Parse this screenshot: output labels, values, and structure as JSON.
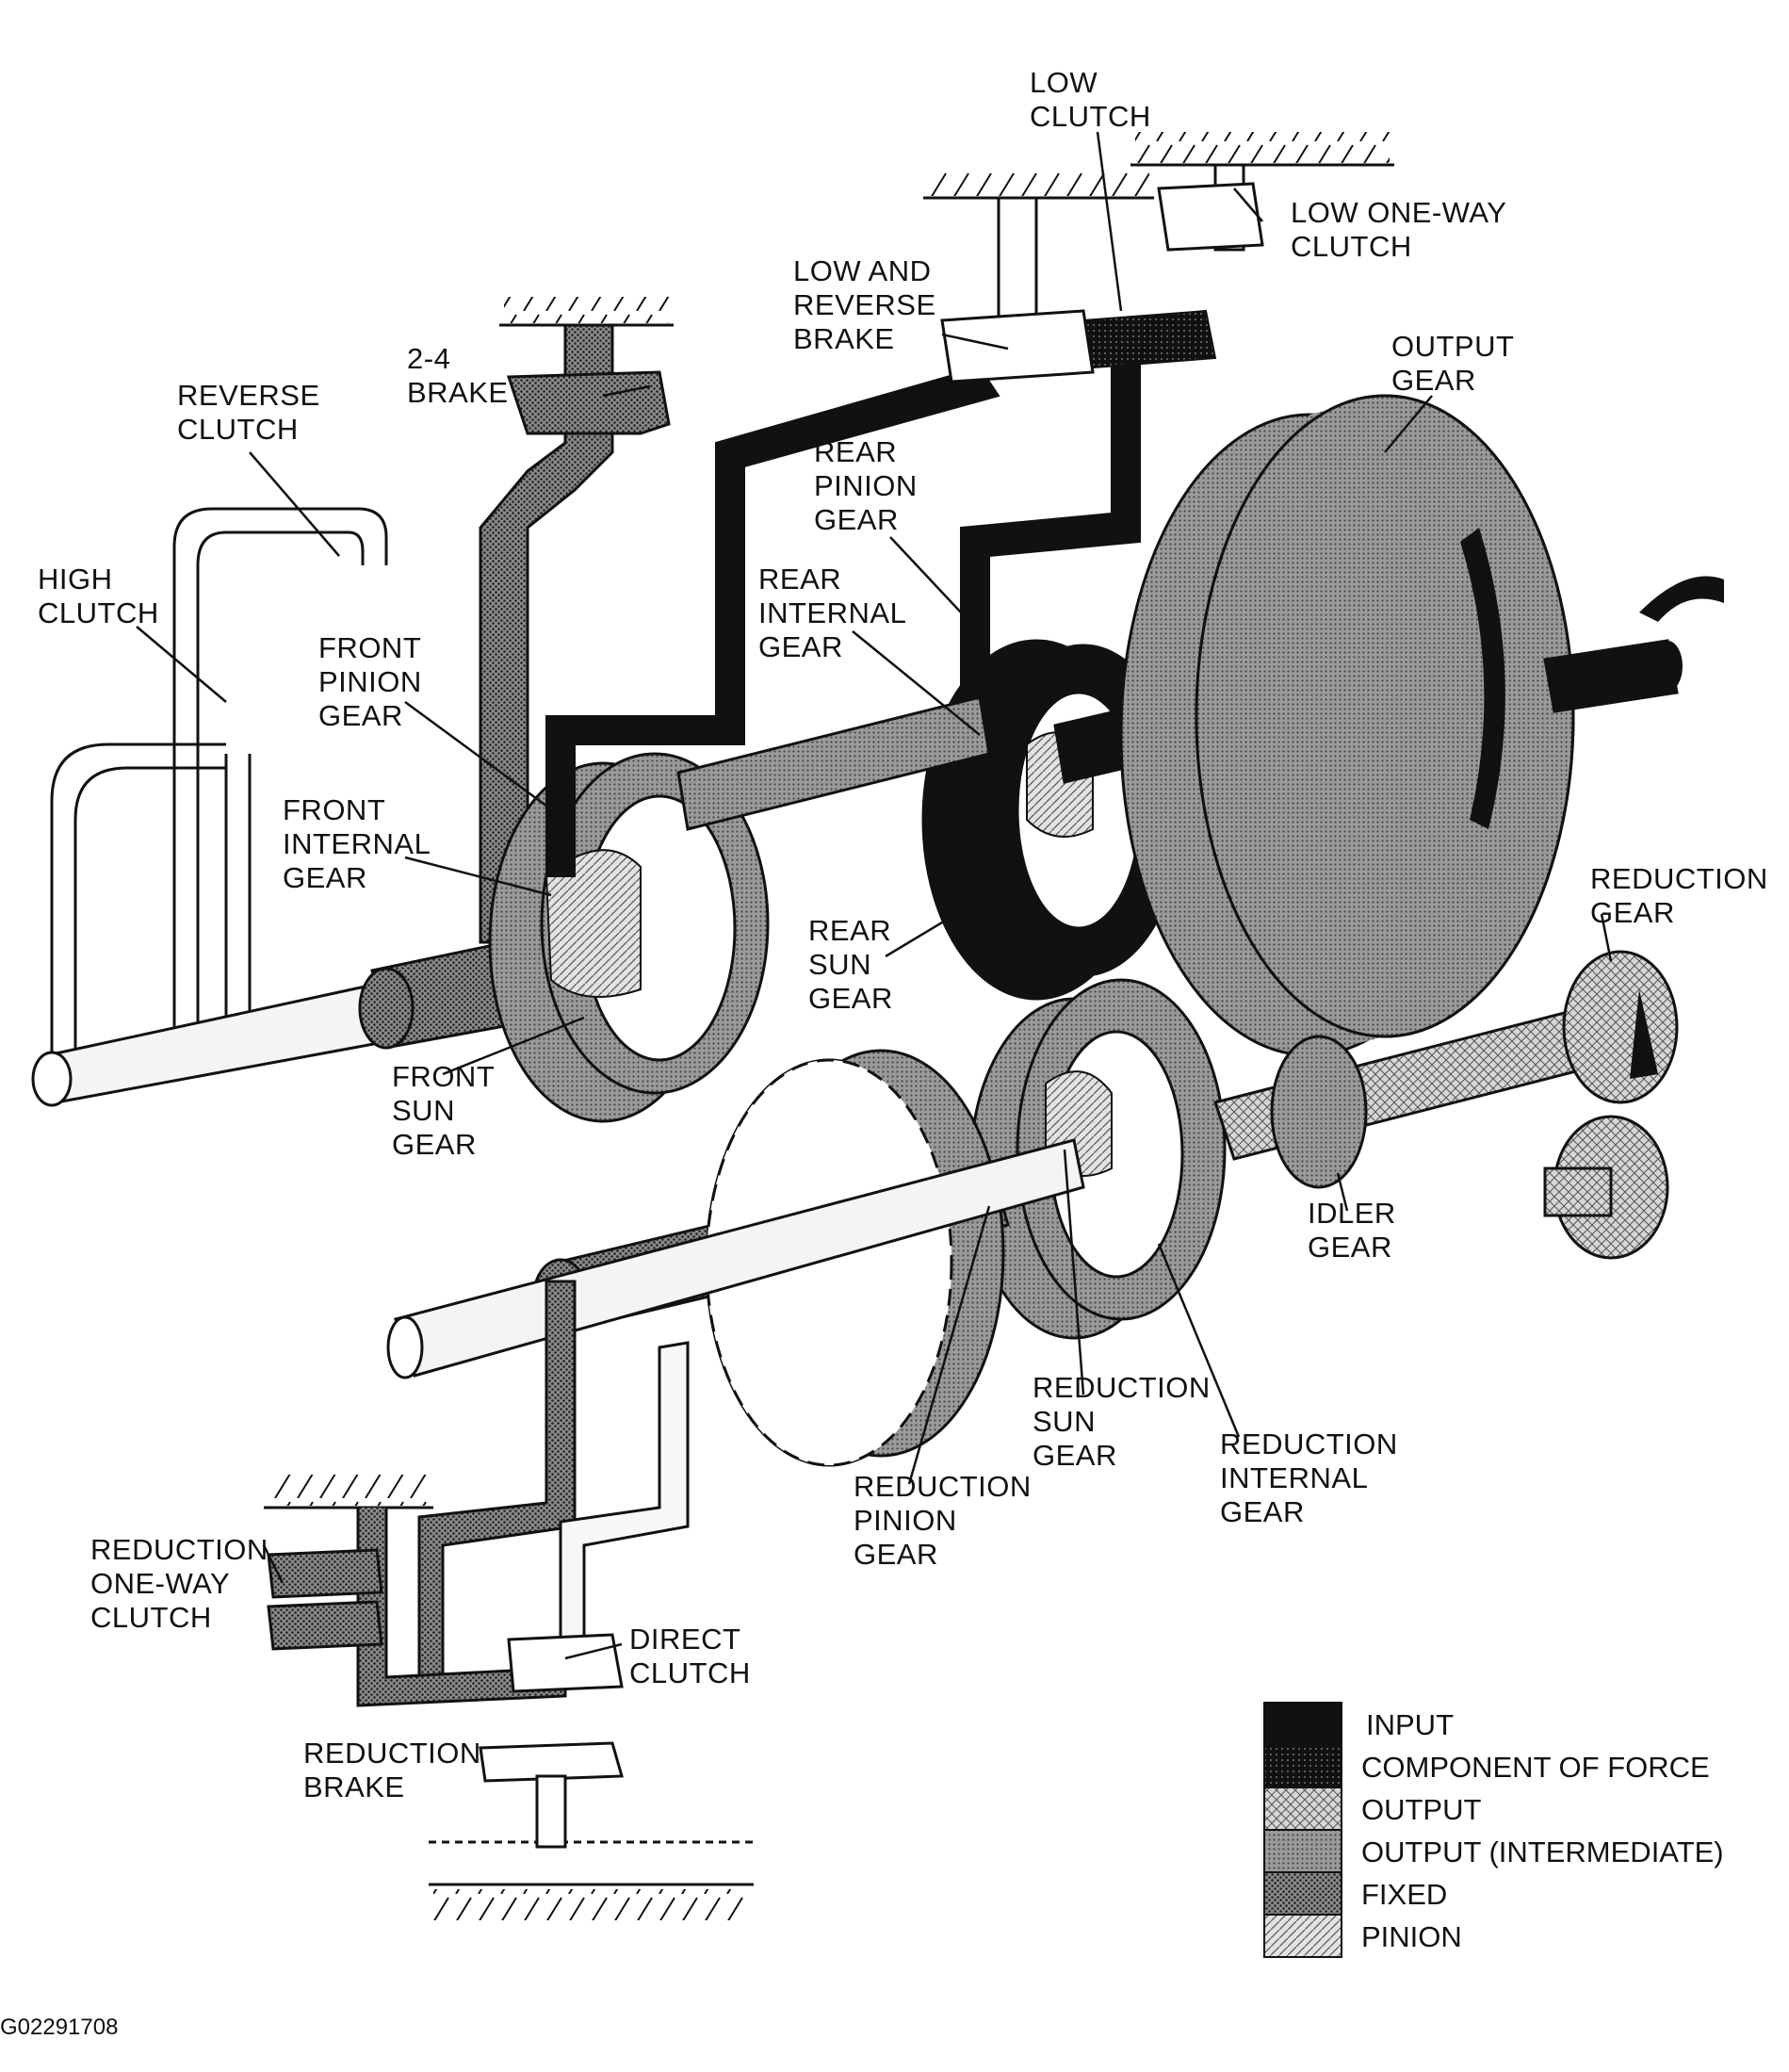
{
  "labels": {
    "low_clutch": "LOW\nCLUTCH",
    "low_one_way_clutch": "LOW ONE-WAY\nCLUTCH",
    "low_and_reverse_brake": "LOW AND\nREVERSE\nBRAKE",
    "output_gear": "OUTPUT\nGEAR",
    "brake_2_4": "2-4\nBRAKE",
    "reverse_clutch": "REVERSE\nCLUTCH",
    "rear_pinion_gear": "REAR\nPINION\nGEAR",
    "high_clutch": "HIGH\nCLUTCH",
    "rear_internal_gear": "REAR\nINTERNAL\nGEAR",
    "front_pinion_gear": "FRONT\nPINION\nGEAR",
    "front_internal_gear": "FRONT\nINTERNAL\nGEAR",
    "reduction_gear": "REDUCTION\nGEAR",
    "rear_sun_gear": "REAR\nSUN\nGEAR",
    "front_sun_gear": "FRONT\nSUN\nGEAR",
    "idler_gear": "IDLER\nGEAR",
    "reduction_sun_gear": "REDUCTION\nSUN\nGEAR",
    "reduction_internal_gear": "REDUCTION\nINTERNAL\nGEAR",
    "reduction_pinion_gear": "REDUCTION\nPINION\nGEAR",
    "reduction_one_way_clutch": "REDUCTION\nONE-WAY\nCLUTCH",
    "direct_clutch": "DIRECT\nCLUTCH",
    "reduction_brake": "REDUCTION\nBRAKE"
  },
  "legend": [
    {
      "label": "INPUT",
      "fill": "solid-black"
    },
    {
      "label": "COMPONENT OF FORCE",
      "fill": "black-dotted"
    },
    {
      "label": "OUTPUT",
      "fill": "light-crosshatch"
    },
    {
      "label": "OUTPUT (INTERMEDIATE)",
      "fill": "gray-dot"
    },
    {
      "label": "FIXED",
      "fill": "dense-dot"
    },
    {
      "label": "PINION",
      "fill": "diagonal-hatch"
    }
  ],
  "figure_code": "G02291708"
}
